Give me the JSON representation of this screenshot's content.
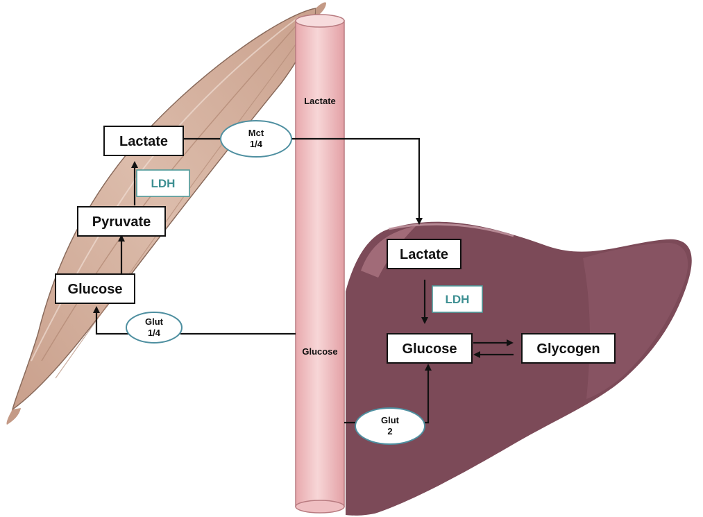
{
  "muscle": {
    "lactate": "Lactate",
    "enzyme": "LDH",
    "pyruvate": "Pyruvate",
    "glucose": "Glucose",
    "glut_top": "Glut",
    "glut_bottom": "1/4"
  },
  "blood_vessel": {
    "lactate": "Lactate",
    "glucose": "Glucose"
  },
  "transporter_mct": {
    "top": "Mct",
    "bottom": "1/4"
  },
  "liver": {
    "lactate": "Lactate",
    "enzyme": "LDH",
    "glucose": "Glucose",
    "glycogen": "Glycogen",
    "glut_top": "Glut",
    "glut_bottom": "2"
  },
  "colors": {
    "muscle": "#d9b7a6",
    "liver": "#7c4a58",
    "vessel": "#f3c9cb",
    "transporter_outline": "#4e8fa0",
    "enzyme_text": "#3d8f92"
  }
}
